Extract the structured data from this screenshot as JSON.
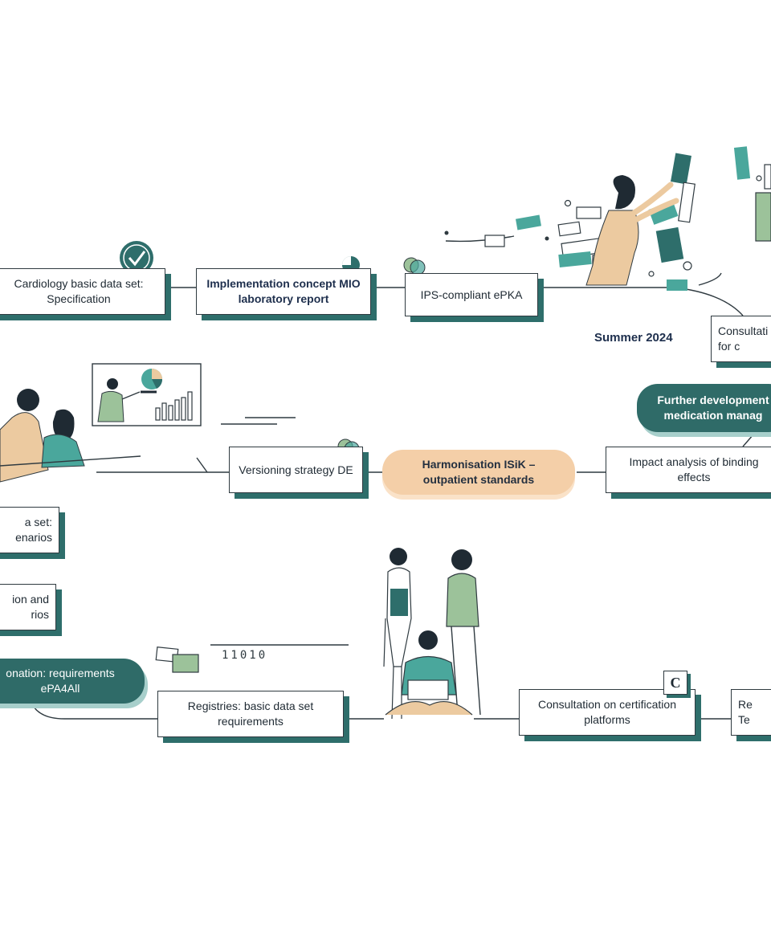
{
  "nodes": {
    "cardiology_spec": "Cardiology basic data set: Specification",
    "mio_lab": "Implementation concept MIO laboratory report",
    "ips_epka": "IPS-compliant ePKA",
    "consultation_top": "Consultati\nfor c",
    "further_dev": "Further development\nmedication manag",
    "impact_analysis": "Impact analysis of binding effects",
    "harmonisation_isik": "Harmonisation ISiK – outpatient standards",
    "versioning": "Versioning strategy DE",
    "data_set_scenarios": "a set:\nenarios",
    "ion_and_rios": "ion and\nrios",
    "onation_epa": "onation: requirements\nePA4All",
    "registries": "Registries: basic data set requirements",
    "cert_platforms": "Consultation on certification platforms",
    "re_te": "Re\nTe"
  },
  "milestone": "Summer 2024",
  "binary_text": "11010",
  "cert_badge": "C",
  "icons": [
    "check-badge-icon",
    "pie-badge-icon",
    "overlap-circles-icon",
    "certificate-c-icon"
  ],
  "colors": {
    "teal": "#2e6e6b",
    "teal_dark": "#2f6b68",
    "peach": "#f4cfa8",
    "navy": "#1e2f4d",
    "skin": "#eccaa0",
    "green": "#9cc29a"
  }
}
